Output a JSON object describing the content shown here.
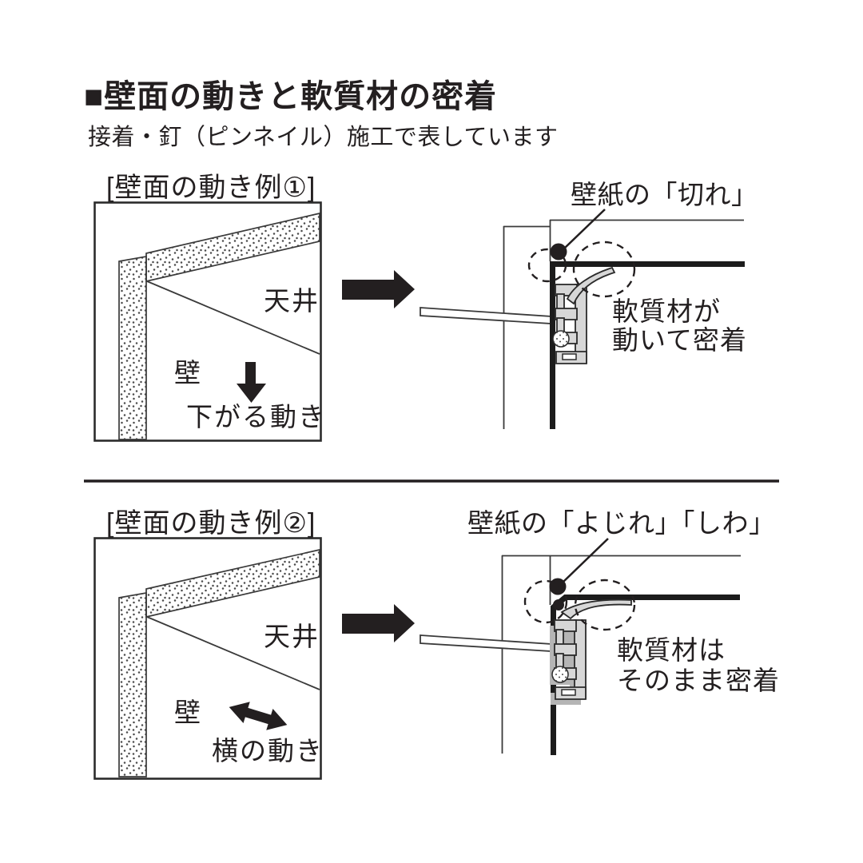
{
  "header": {
    "title": "■壁面の動きと軟質材の密着",
    "subtitle": "接着・釘（ピンネイル）施工で表しています"
  },
  "example1": {
    "label": "[壁面の動き例①]",
    "ceiling_label": "天井",
    "wall_label": "壁",
    "movement_label": "下がる動き",
    "callout": "壁紙の「切れ」",
    "result_line1": "軟質材が",
    "result_line2": "動いて密着"
  },
  "example2": {
    "label": "[壁面の動き例②]",
    "ceiling_label": "天井",
    "wall_label": "壁",
    "movement_label": "横の動き",
    "callout": "壁紙の「よじれ」「しわ」",
    "result_line1": "軟質材は",
    "result_line2": "そのまま密着"
  },
  "colors": {
    "ink": "#231f20",
    "profile_fill": "#d7d7d7",
    "profile_shadow": "#b5b5b5",
    "background": "#ffffff"
  }
}
